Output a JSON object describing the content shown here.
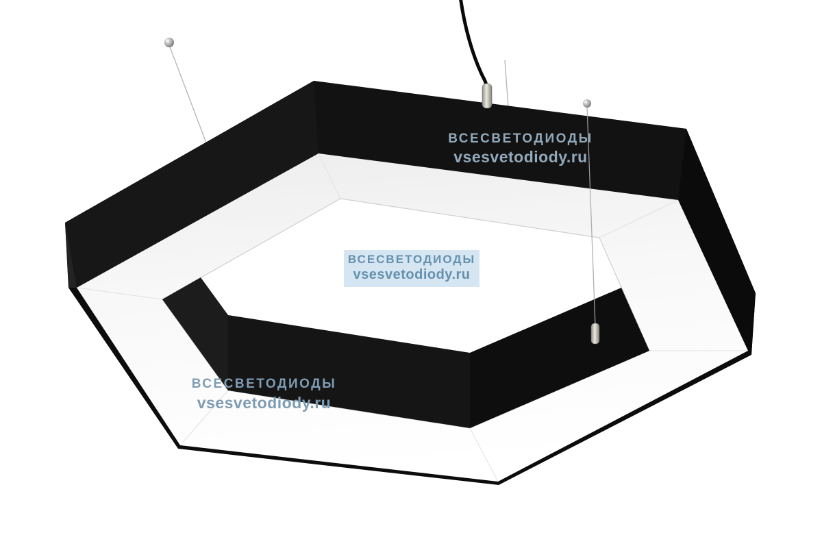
{
  "page": {
    "background_color": "#ffffff"
  },
  "product_image": {
    "name": "hexagonal-led-pendant-light",
    "frame_color": "#0f0f0f",
    "diffuser_color": "#f7f7f7",
    "hardware_color": "#b5b5b5"
  },
  "watermarks": {
    "items": [
      {
        "line1": "ВСЕСВЕТОДИОДЫ",
        "line2": "vsesvetodiody.ru"
      },
      {
        "line1": "ВСЕСВЕТОДИОДЫ",
        "line2": "vsesvetodiody.ru"
      },
      {
        "line1": "ВСЕСВЕТОДИОДЫ",
        "line2": "vsesvetodiody.ru"
      }
    ]
  }
}
